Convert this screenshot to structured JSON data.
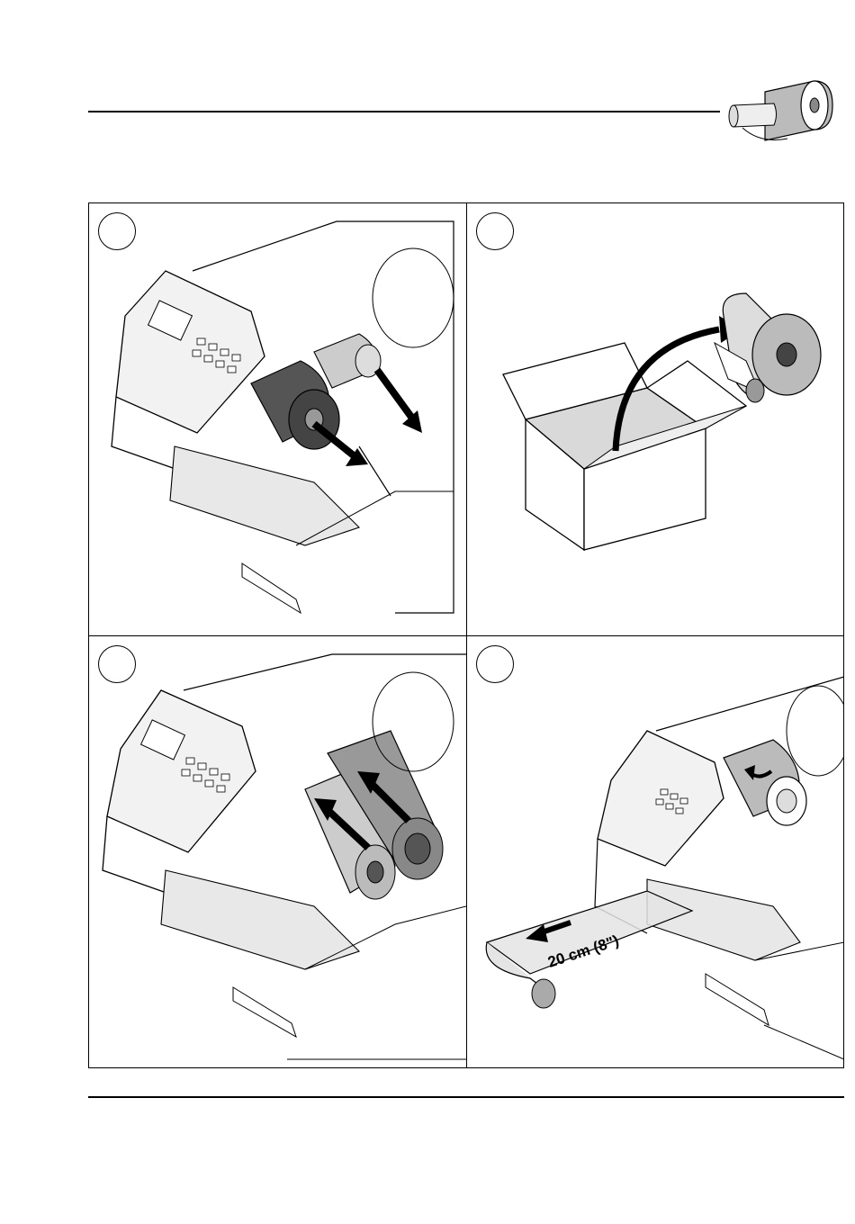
{
  "header": {
    "icon": "ribbon-roll-icon"
  },
  "panels": [
    {
      "id": "step-1",
      "step": "",
      "icon": "printer-remove-ribbon-icon"
    },
    {
      "id": "step-2",
      "step": "",
      "icon": "box-unpack-ribbon-icon"
    },
    {
      "id": "step-3",
      "step": "",
      "icon": "printer-insert-ribbon-icon"
    },
    {
      "id": "step-4",
      "step": "",
      "icon": "printer-pull-ribbon-icon",
      "pull_length_label": "20 cm (8\")"
    }
  ]
}
